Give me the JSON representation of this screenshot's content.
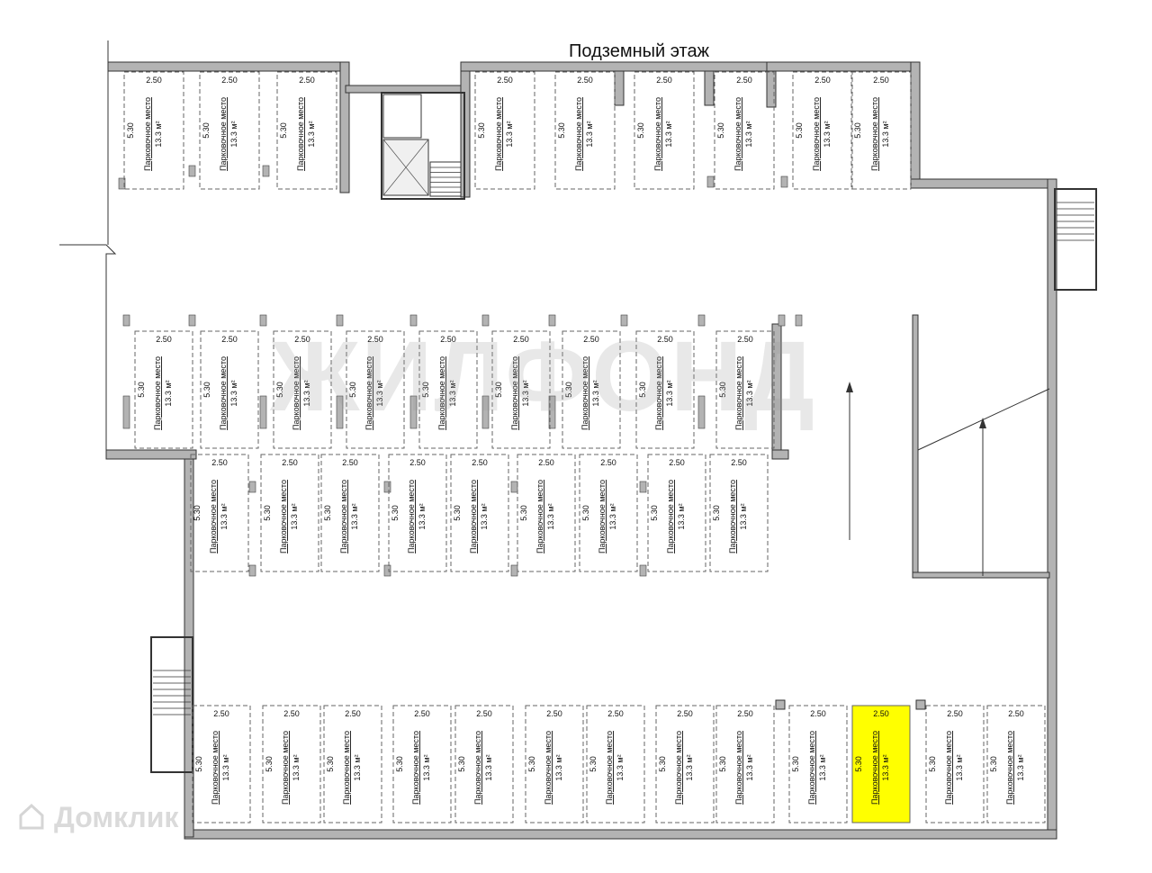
{
  "title": "Подземный этаж",
  "watermark": "ЖИЛФОНД",
  "brand": "Домклик",
  "space": {
    "width_label": "2.50",
    "length_label": "5.30",
    "name_label": "Парковочное место",
    "area_label": "13.3 м²"
  },
  "colors": {
    "wall_fill": "#b3b3b3",
    "wall_stroke": "#333333",
    "space_border": "#666666",
    "highlight": "#ffff00"
  },
  "highlighted_space_row": 3,
  "highlighted_space_index": 10
}
